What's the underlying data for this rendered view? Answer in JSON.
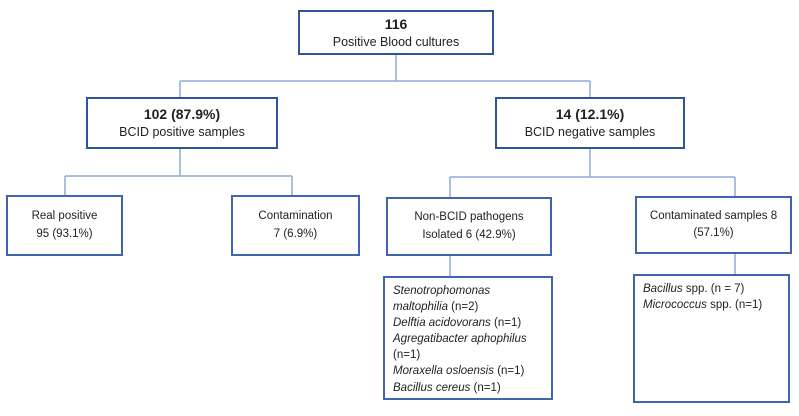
{
  "flowchart": {
    "root": {
      "value": "116",
      "label": "Positive Blood cultures"
    },
    "bcid_positive": {
      "value": "102 (87.9%)",
      "label": "BCID positive samples"
    },
    "bcid_negative": {
      "value": "14 (12.1%)",
      "label": "BCID negative samples"
    },
    "real_positive": {
      "line1": "Real positive",
      "line2": "95 (93.1%)"
    },
    "contamination": {
      "line1": "Contamination",
      "line2": "7 (6.9%)"
    },
    "non_bcid": {
      "line1": "Non-BCID pathogens",
      "line2": "Isolated 6 (42.9%)"
    },
    "contaminated_samples": {
      "line1": "Contaminated samples 8",
      "line2": "(57.1%)"
    },
    "non_bcid_organisms": [
      {
        "name": "Stenotrophomonas maltophilia",
        "count": " (n=2)"
      },
      {
        "name": "Delftia acidovorans",
        "count": " (n=1)"
      },
      {
        "name": "Agregatibacter aphophilus",
        "count": " (n=1)"
      },
      {
        "name": "Moraxella osloensis",
        "count": " (n=1)"
      },
      {
        "name": "Bacillus cereus",
        "count": " (n=1)"
      }
    ],
    "contaminant_organisms": [
      {
        "name": "Bacillus",
        "count": " spp. (n = 7)"
      },
      {
        "name": "Micrococcus",
        "count": " spp. (n=1)"
      }
    ]
  },
  "colors": {
    "box_border_dark": "#2E5597",
    "box_border_medium": "#4065AE",
    "connector": "#8FAADC",
    "text": "#1F1F1F",
    "background": "#FFFFFF"
  }
}
